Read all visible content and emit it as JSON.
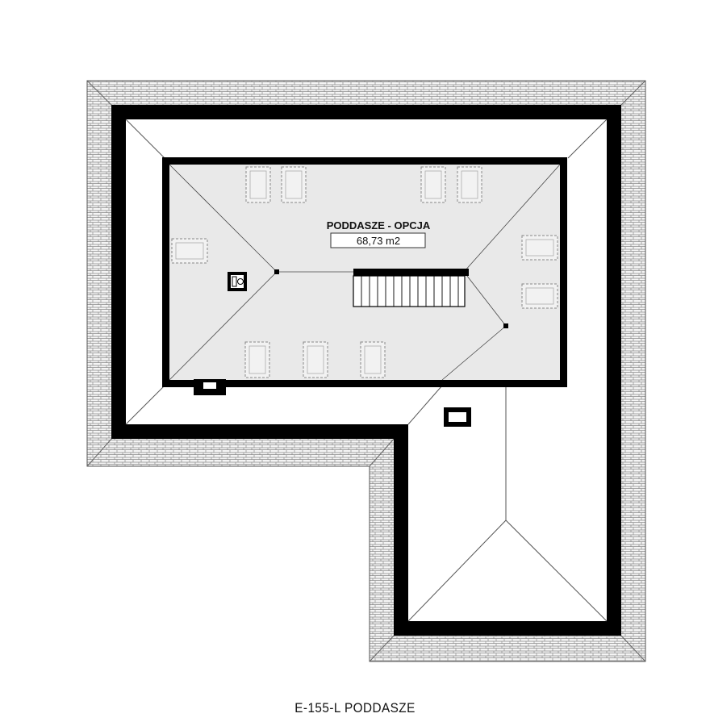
{
  "plan": {
    "room_name": "PODDASZE - OPCJA",
    "room_area": "68,73 m2",
    "caption": "E-155-L PODDASZE",
    "colors": {
      "wall": "#000000",
      "roof_tiles_fill": "#f2f2f2",
      "room_fill": "#e9e9e9",
      "line": "#333333"
    },
    "icons": [
      "chimney-icon",
      "roof-window-icon",
      "staircase-icon",
      "skylight-hatch-icon"
    ]
  }
}
